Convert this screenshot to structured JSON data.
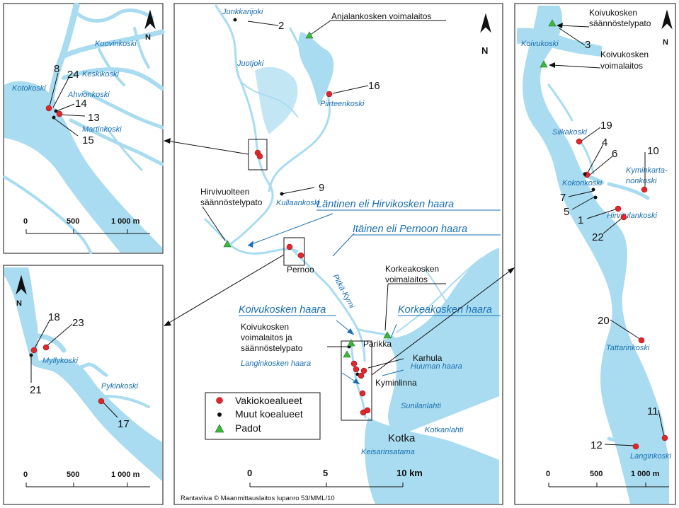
{
  "colors": {
    "water": "#a9dcf0",
    "standard_site": "#e3262c",
    "other_site": "#111111",
    "dam": "#3db83d",
    "place_label": "#1a6fb3"
  },
  "icons": {
    "north_arrow": "north-arrow-icon",
    "dam": "green-triangle",
    "standard_site": "red-dot",
    "other_site": "black-dot"
  },
  "north_label": "N",
  "inset_top_left": {
    "places": [
      "Kuovinkoski",
      "Keskikoski",
      "Kotokoski",
      "Ahvionkoski",
      "Martinkoski"
    ],
    "numbers": [
      "8",
      "24",
      "14",
      "13",
      "15"
    ],
    "scale": [
      "0",
      "500",
      "1 000 m"
    ]
  },
  "inset_bottom_left": {
    "places": [
      "Myllykoski",
      "Pykinkoski"
    ],
    "numbers": [
      "18",
      "23",
      "21",
      "17"
    ],
    "scale": [
      "0",
      "500",
      "1 000 m"
    ]
  },
  "center": {
    "places": [
      "Junkkarijoki",
      "Juotjoki",
      "Piirteenkoski",
      "Kullaankoski",
      "Langinkosken haara",
      "Huuman haara",
      "Sunilanlahti",
      "Kotkanlahti",
      "Keisarinsatama",
      "Pitkä-Kymi"
    ],
    "labels": [
      "Anjalankosken voimalaitos",
      "Hirvivuolteen",
      "säännöstelypato",
      "Pernoo",
      "Korkeakosken",
      "voimalaitos",
      "Koivukosken",
      "voimalaitos ja",
      "säännöstelypato",
      "Parikka",
      "Karhula",
      "Kyminlinna",
      "Kotka"
    ],
    "numbers": [
      "2",
      "16",
      "9"
    ],
    "branches": [
      "Läntinen eli Hirvikosken haara",
      "Itäinen eli Pernoon haara",
      "Koivukosken haara",
      "Korkeakosken haara"
    ],
    "scale": [
      "0",
      "5",
      "10 km"
    ],
    "copyright": "Rantaviiva © Maanmittauslaitos lupanro 53/MML/10"
  },
  "legend": {
    "items": [
      {
        "label": "Vakiokoealueet",
        "symbol": "red-dot"
      },
      {
        "label": "Muut koealueet",
        "symbol": "black-dot"
      },
      {
        "label": "Padot",
        "symbol": "green-triangle"
      }
    ]
  },
  "inset_right": {
    "labels": [
      "Koivukosken",
      "säännöstelypato",
      "Koivukosken",
      "voimalaitos"
    ],
    "places": [
      "Koivukoski",
      "Siikakoski",
      "Kokonkoski",
      "Kyminkarta-",
      "nonkoski",
      "Hirvitulankoski",
      "Tattarinkoski",
      "Langinkoski"
    ],
    "numbers": [
      "3",
      "19",
      "4",
      "6",
      "10",
      "7",
      "5",
      "1",
      "22",
      "20",
      "11",
      "12"
    ],
    "scale": [
      "0",
      "500",
      "1 000 m"
    ]
  }
}
